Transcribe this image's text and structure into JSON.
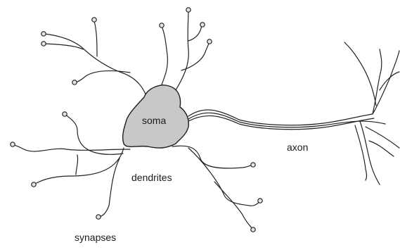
{
  "labels": {
    "soma": "soma",
    "axon": "axon",
    "dendrites": "dendrites",
    "synapses": "synapses"
  },
  "colors": {
    "soma_fill": "#c8c8c8",
    "line": "#222222",
    "synapse_bulb": "#e4e4e4",
    "background": "#ffffff"
  }
}
